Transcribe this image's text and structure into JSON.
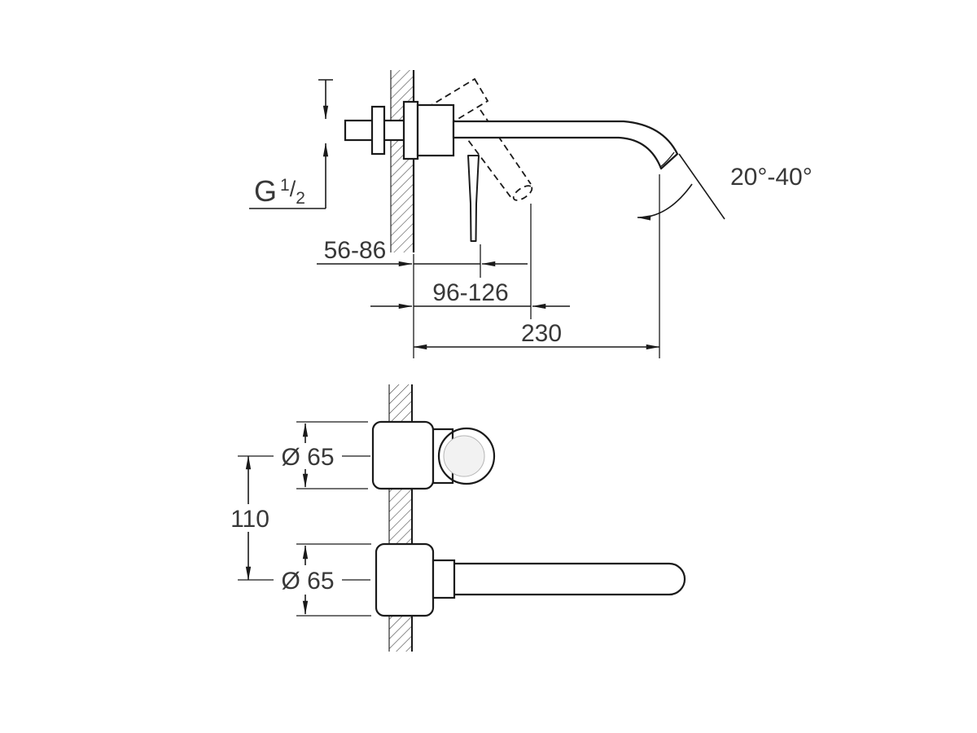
{
  "drawing": {
    "kind": "technical-dimension-drawing",
    "colors": {
      "line": "#1a1a1a",
      "text": "#383838",
      "knob_fill": "#dcdcdc",
      "knob_inner_fill": "#f2f2f2"
    },
    "labels": {
      "thread": {
        "prefix": "G",
        "numerator": "1",
        "slash": "/",
        "denominator": "2"
      },
      "depth_range": "56-86",
      "handle_reach": "96-126",
      "spout_reach": "230",
      "swivel_angle": "20°-40°",
      "top_diameter": "Ø 65",
      "center_distance": "110",
      "bottom_diameter": "Ø 65"
    }
  }
}
